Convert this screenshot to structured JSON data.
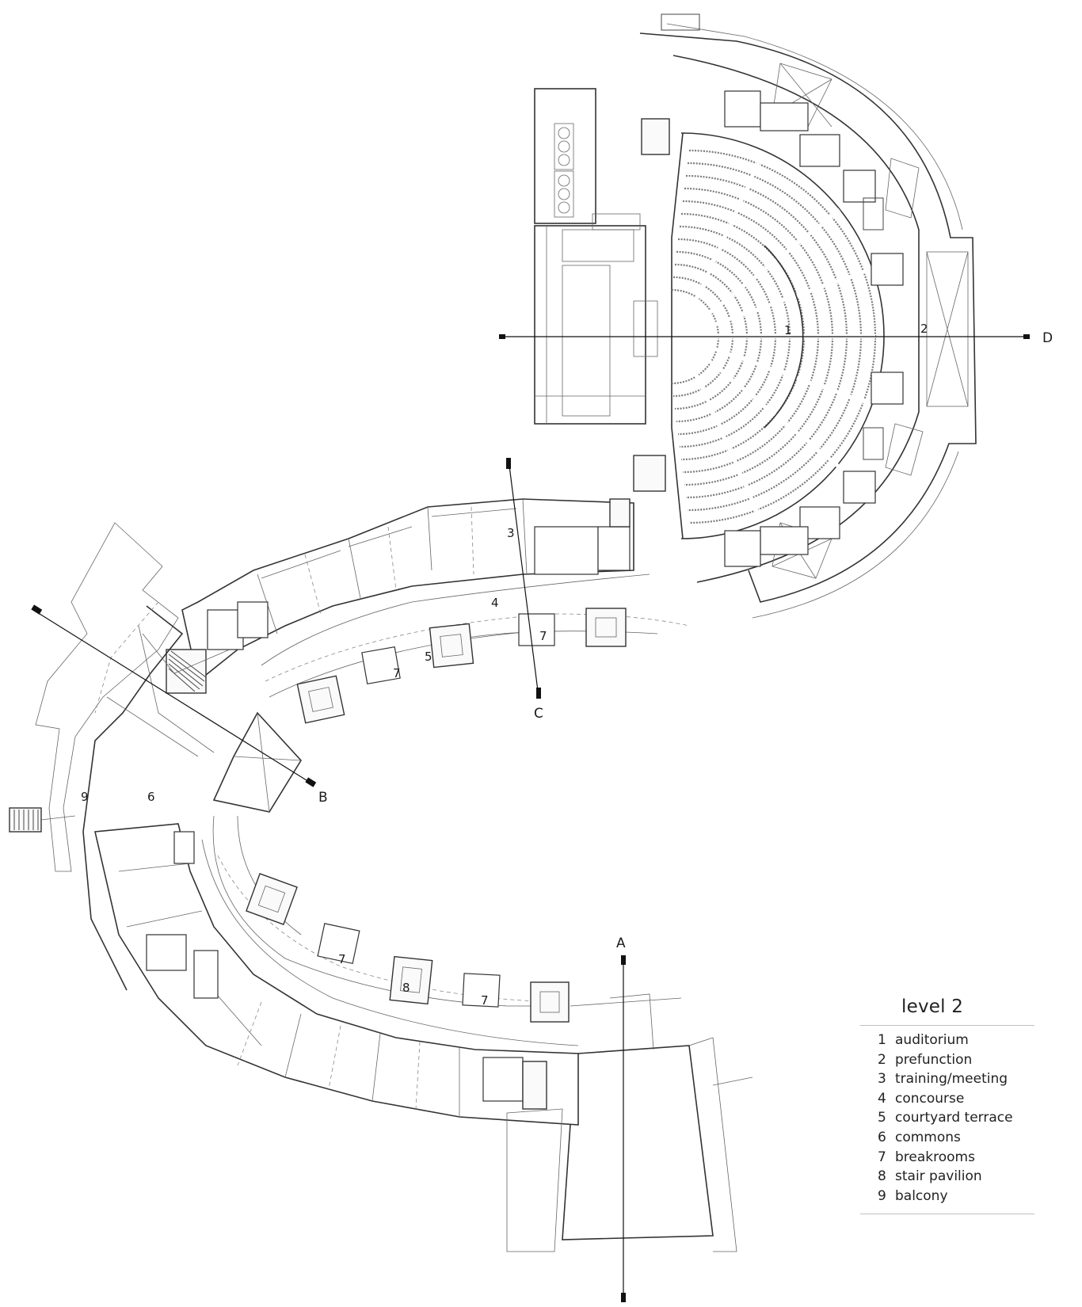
{
  "legend": {
    "title": "level 2",
    "items": [
      {
        "num": "1",
        "label": "auditorium"
      },
      {
        "num": "2",
        "label": "prefunction"
      },
      {
        "num": "3",
        "label": "training/meeting"
      },
      {
        "num": "4",
        "label": "concourse"
      },
      {
        "num": "5",
        "label": "courtyard terrace"
      },
      {
        "num": "6",
        "label": "commons"
      },
      {
        "num": "7",
        "label": "breakrooms"
      },
      {
        "num": "8",
        "label": "stair pavilion"
      },
      {
        "num": "9",
        "label": "balcony"
      }
    ]
  },
  "section_markers": {
    "a": "A",
    "b": "B",
    "c": "C",
    "d": "D"
  },
  "room_tags": {
    "auditorium": "1",
    "prefunction": "2",
    "training": "3",
    "concourse": "4",
    "terrace": "5",
    "commons": "6",
    "breakroom": "7",
    "stair_pavilion": "8",
    "balcony": "9"
  }
}
